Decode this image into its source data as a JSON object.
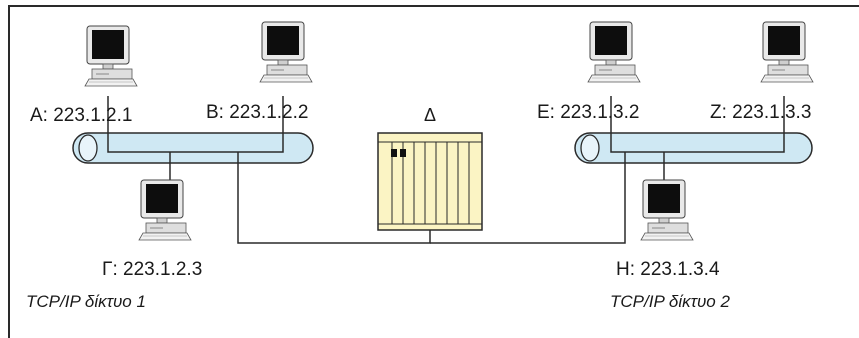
{
  "hosts": {
    "A": "A: 223.1.2.1",
    "B": "B: 223.1.2.2",
    "C": "Γ: 223.1.2.3",
    "E": "E: 223.1.3.2",
    "Z": "Z: 223.1.3.3",
    "H": "H: 223.1.3.4"
  },
  "router": {
    "label": "Δ"
  },
  "networks": {
    "net1": "TCP/IP δίκτυο 1",
    "net2": "TCP/IP δίκτυο 2"
  },
  "colors": {
    "bus_fill": "#cfe8f3",
    "line": "#2a2a2a",
    "router_fill": "#fbf4c4",
    "screen": "#0d0d0d",
    "computer_body": "#e9e9e9"
  }
}
